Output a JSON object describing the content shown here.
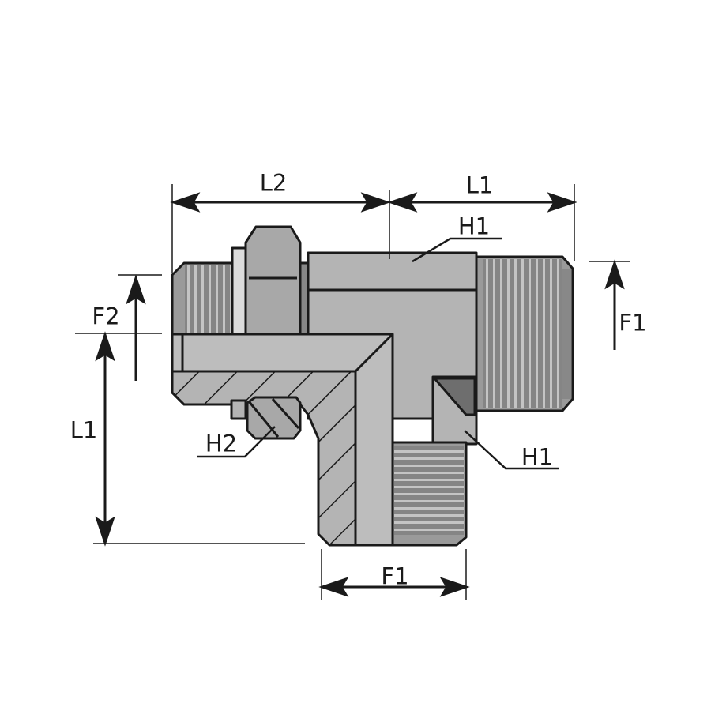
{
  "diagram": {
    "labels": {
      "l2_top": "L2",
      "l1_top": "L1",
      "h1_top": "H1",
      "f2_left": "F2",
      "f1_right": "F1",
      "l1_left": "L1",
      "h2": "H2",
      "h1_right": "H1",
      "f1_bottom": "F1"
    },
    "colors": {
      "outline": "#1a1a1a",
      "body": "#b4b4b4",
      "dark": "#6e6e6e",
      "thread": "#8a8a8a"
    }
  }
}
